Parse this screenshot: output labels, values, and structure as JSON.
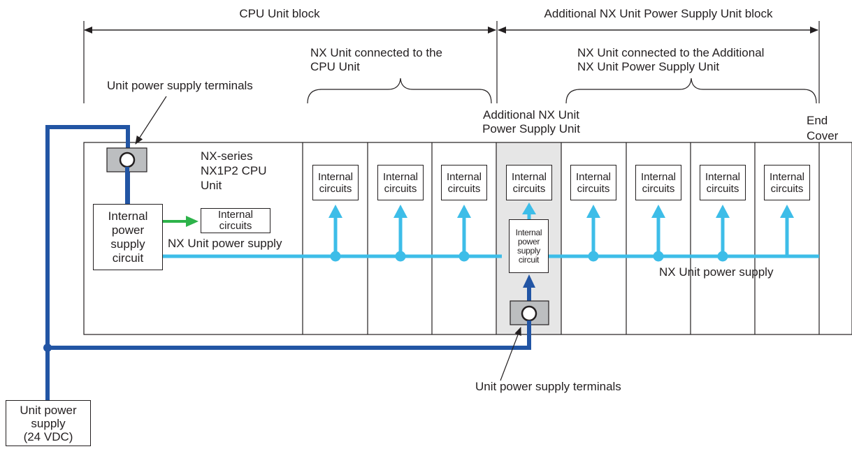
{
  "blocks": {
    "cpu": "CPU Unit block",
    "additional": "Additional NX Unit Power Supply Unit block"
  },
  "groups": {
    "cpu_connected": [
      "NX Unit connected to the",
      "CPU Unit"
    ],
    "additional_connected": [
      "NX Unit connected to the Additional",
      "NX Unit Power Supply Unit"
    ]
  },
  "labels": {
    "unit_power_terminals_top": "Unit power supply terminals",
    "unit_power_terminals_bottom": "Unit power supply terminals",
    "additional_unit": [
      "Additional NX Unit",
      "Power Supply Unit"
    ],
    "end_cover": [
      "End",
      "Cover"
    ],
    "cpu_unit": [
      "NX-series",
      "NX1P2 CPU",
      "Unit"
    ],
    "nx_power_left": "NX Unit power supply",
    "nx_power_right": "NX Unit power supply",
    "cpu_internal_psu": [
      "Internal",
      "power",
      "supply",
      "circuit"
    ],
    "cpu_internal_circuits": [
      "Internal",
      "circuits"
    ],
    "add_internal_psu": [
      "Internal",
      "power",
      "supply",
      "circuit"
    ],
    "power_source": [
      "Unit power",
      "supply",
      "(24 VDC)"
    ]
  },
  "units": [
    {
      "label": [
        "Internal",
        "circuits"
      ]
    },
    {
      "label": [
        "Internal",
        "circuits"
      ]
    },
    {
      "label": [
        "Internal",
        "circuits"
      ]
    },
    {
      "label": [
        "Internal",
        "circuits"
      ]
    },
    {
      "label": [
        "Internal",
        "circuits"
      ]
    },
    {
      "label": [
        "Internal",
        "circuits"
      ]
    },
    {
      "label": [
        "Internal",
        "circuits"
      ]
    },
    {
      "label": [
        "Internal",
        "circuits"
      ]
    }
  ],
  "colors": {
    "unit_power_line": "#2255a4",
    "nx_power_line": "#3dbde8",
    "internal_arrow": "#2db34a",
    "additional_unit_fill": "#e6e6e6",
    "terminal_fill": "#bcbec0"
  }
}
